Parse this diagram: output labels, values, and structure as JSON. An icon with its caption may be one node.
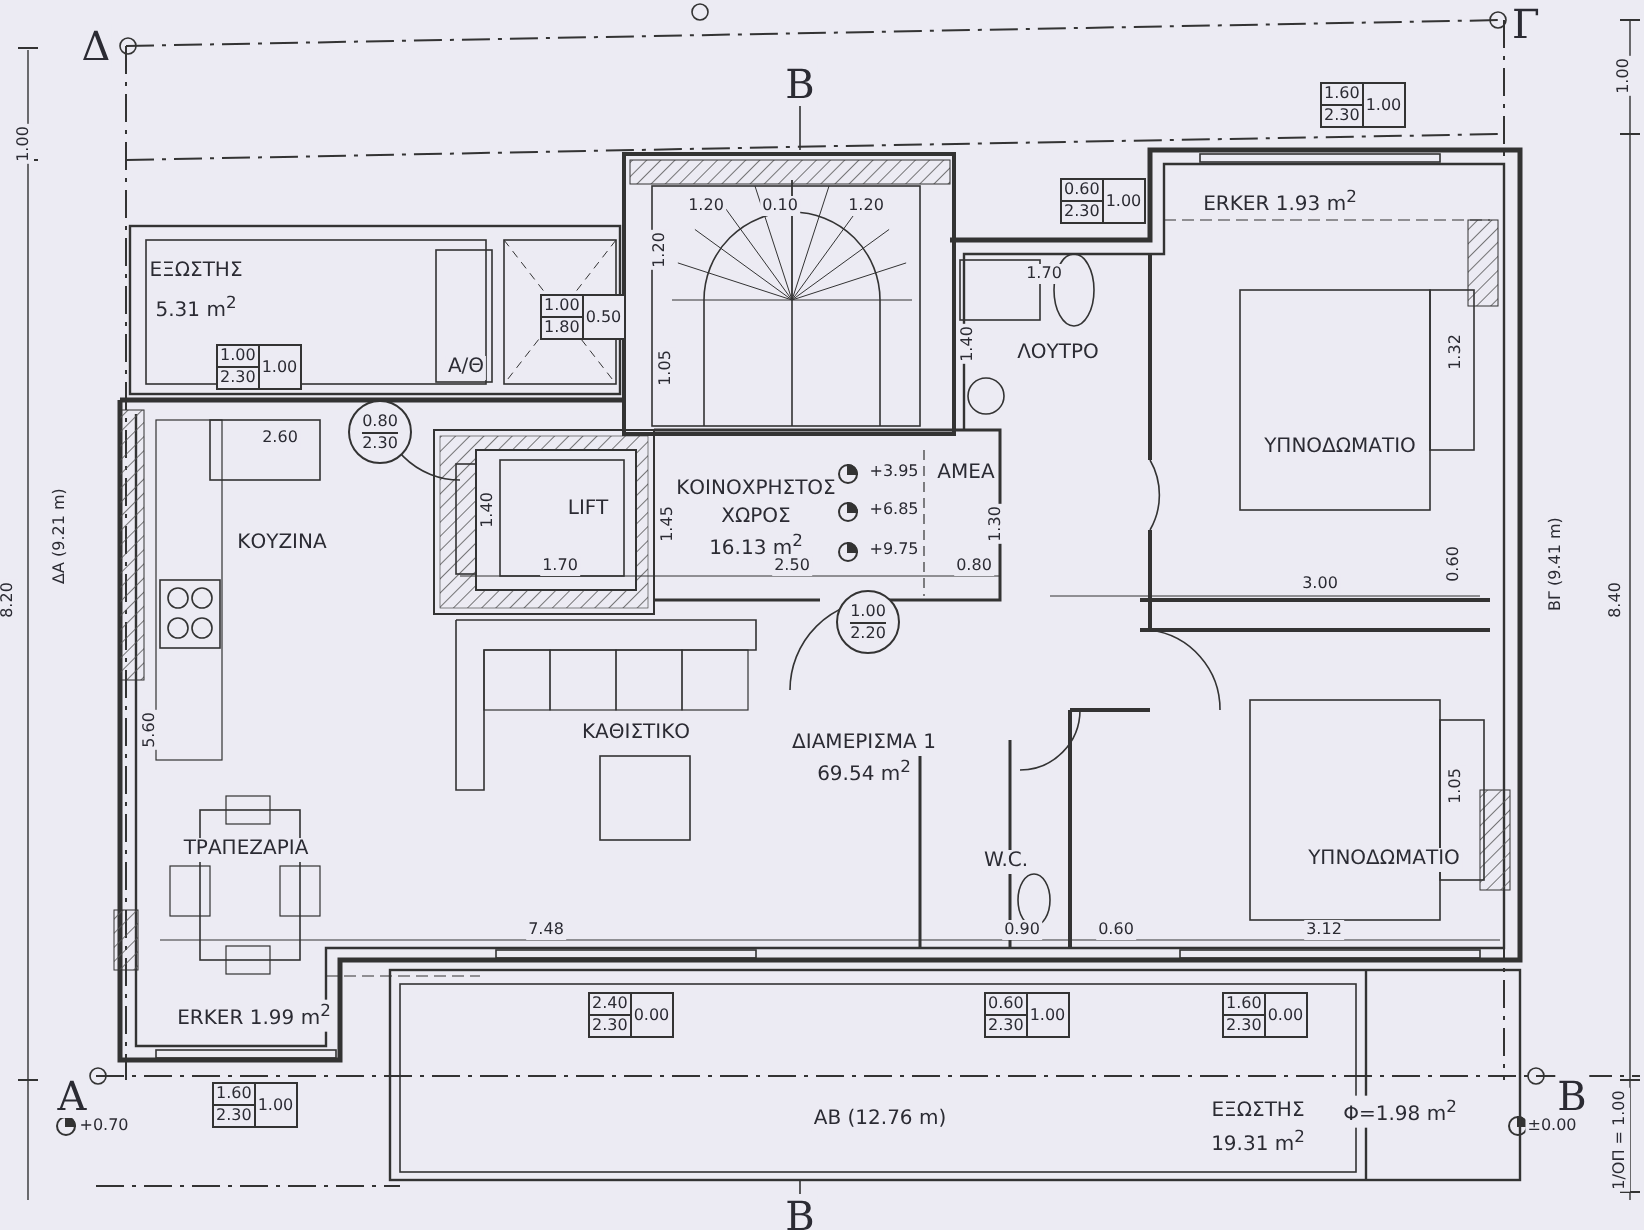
{
  "diagram": {
    "nodes": [
      {
        "text": [
          "1.00",
          "2.30",
          "1.00"
        ]
      },
      {
        "text": [
          "1.00",
          "1.80",
          "0.50"
        ]
      },
      {
        "text": [
          "0.80",
          "2.30"
        ]
      },
      {
        "text": [
          "1.60",
          "2.30",
          "1.00"
        ]
      },
      {
        "text": [
          "0.60",
          "2.30",
          "1.00"
        ]
      },
      {
        "text": [
          "1.00",
          "2.20"
        ]
      },
      {
        "text": [
          "2.40",
          "2.30",
          "0.00"
        ]
      },
      {
        "text": [
          "1.60",
          "2.30",
          "1.00"
        ]
      },
      {
        "text": [
          "0.60",
          "2.30",
          "1.00"
        ]
      },
      {
        "text": [
          "1.60",
          "2.30",
          "0.00"
        ]
      }
    ],
    "labels": [
      "1.00",
      "Δ",
      "B",
      "Γ",
      "1.00",
      "ΕΞΩΣΤΗΣ",
      "5.31 m$^{2}$",
      "Α/Θ",
      "1.20",
      "0.10",
      "1.20",
      "1.20",
      "1.05",
      "1.70",
      "ΛΟΥΤΡΟ",
      "1.40",
      "ERKER 1.93 m$^{2}$",
      "1.32",
      "2.60",
      "ΚΟΥΖΙΝΑ",
      "1.40",
      "LIFT",
      "1.70",
      "1.45",
      "ΚΟΙΝΟΧΡΗΣΤΟΣ",
      "ΧΩΡΟΣ",
      "16.13 m$^{2}$",
      "2.50",
      "+3.95",
      "+6.85",
      "+9.75",
      "ΑΜΕΑ",
      "1.30",
      "0.80",
      "ΥΠΝΟΔΩΜΑΤΙΟ",
      "ΔΑ (9.21 m)",
      "8.20",
      "ΒΓ (9.41 m)",
      "8.40",
      "3.00",
      "0.60",
      "ΚΑΘΙΣΤΙΚΟ",
      "ΔΙΑΜΕΡΙΣΜΑ 1",
      "69.54 m$^{2}$",
      "5.60",
      "1.05",
      "ΤΡΑΠΕΖΑΡΙΑ",
      "W.C.",
      "ΥΠΝΟΔΩΜΑΤΙΟ",
      "7.48",
      "0.90",
      "0.60",
      "3.12",
      "ERKER 1.99 m$^{2}$",
      "A",
      "+0.70",
      "ΑΒ (12.76 m)",
      "ΕΞΩΣΤΗΣ",
      "19.31 m$^{2}$",
      "Φ=1.98 m$^{2}$",
      "B",
      "±0.00",
      "1/ΟΠ = 1.00",
      "B"
    ]
  }
}
